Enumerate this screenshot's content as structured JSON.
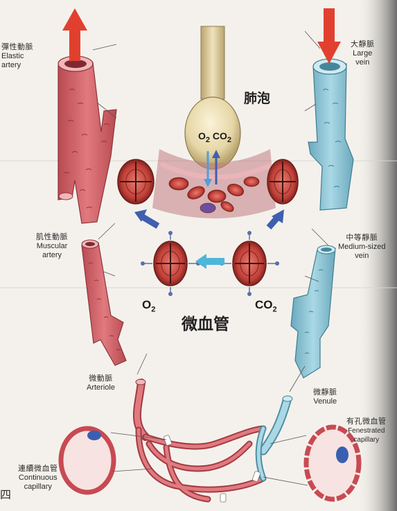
{
  "labels": {
    "elastic_artery_cn": "彈性動脈",
    "elastic_artery_en_1": "Elastic",
    "elastic_artery_en_2": "artery",
    "large_vein_cn": "大靜脈",
    "large_vein_en_1": "Large",
    "large_vein_en_2": "vein",
    "alveolus_cn": "肺泡",
    "muscular_artery_cn": "肌性動脈",
    "muscular_artery_en_1": "Muscular",
    "muscular_artery_en_2": "artery",
    "medium_vein_cn": "中等靜脈",
    "medium_vein_en_1": "Medium-sized",
    "medium_vein_en_2": "vein",
    "capillary_cn": "微血管",
    "arteriole_cn": "微動脈",
    "arteriole_en": "Arteriole",
    "venule_cn": "微靜脈",
    "venule_en": "Venule",
    "fenestrated_cn": "有孔微血管",
    "fenestrated_en_1": "Fenestrated",
    "fenestrated_en_2": "capillary",
    "continuous_cn": "連續微血管",
    "continuous_en_1": "Continuous",
    "continuous_en_2": "capillary",
    "corner_char": "四"
  },
  "gas": {
    "o2_base": "O",
    "co2_base": "CO",
    "sub": "2"
  },
  "colors": {
    "artery": "#d9686e",
    "artery_dark": "#a33a42",
    "vein": "#8fc6d6",
    "vein_dark": "#4f8ea3",
    "cell": "#c8453d",
    "arrow_red": "#e2402f",
    "arrow_blue": "#3f5fb0",
    "arrow_cyan": "#4fb6d9"
  },
  "icons": [
    "upward-arrow-icon",
    "downward-arrow-icon",
    "red-blood-cell-icon",
    "exchange-arrow-icon"
  ]
}
